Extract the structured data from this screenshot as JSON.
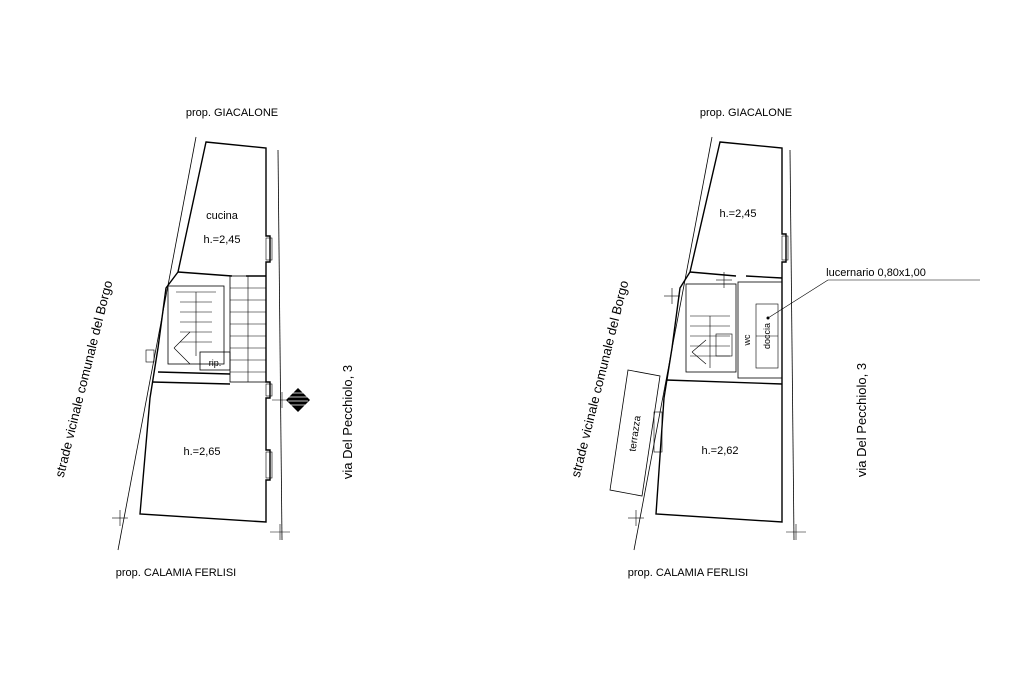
{
  "left_plan": {
    "neighbor_top": "prop. GIACALONE",
    "neighbor_bottom": "prop. CALAMIA FERLISI",
    "street_side": "strade vicinale comunale del Borgo",
    "street_front": "via Del Pecchiolo, 3",
    "room_upper_name": "cucina",
    "room_upper_height": "h.=2,45",
    "room_lower_height": "h.=2,65",
    "closet_label": "rip."
  },
  "right_plan": {
    "neighbor_top": "prop. GIACALONE",
    "neighbor_bottom": "prop. CALAMIA FERLISI",
    "street_side": "strade vicinale comunale del Borgo",
    "street_front": "via Del Pecchiolo, 3",
    "room_upper_height": "h.=2,45",
    "room_lower_height": "h.=2,62",
    "bath_wc": "wc",
    "bath_shower": "doccia",
    "terrace": "terrazza",
    "skylight_note": "lucernario 0,80x1,00"
  },
  "icons": {
    "entrance_marker": "entrance-arrow-icon"
  }
}
